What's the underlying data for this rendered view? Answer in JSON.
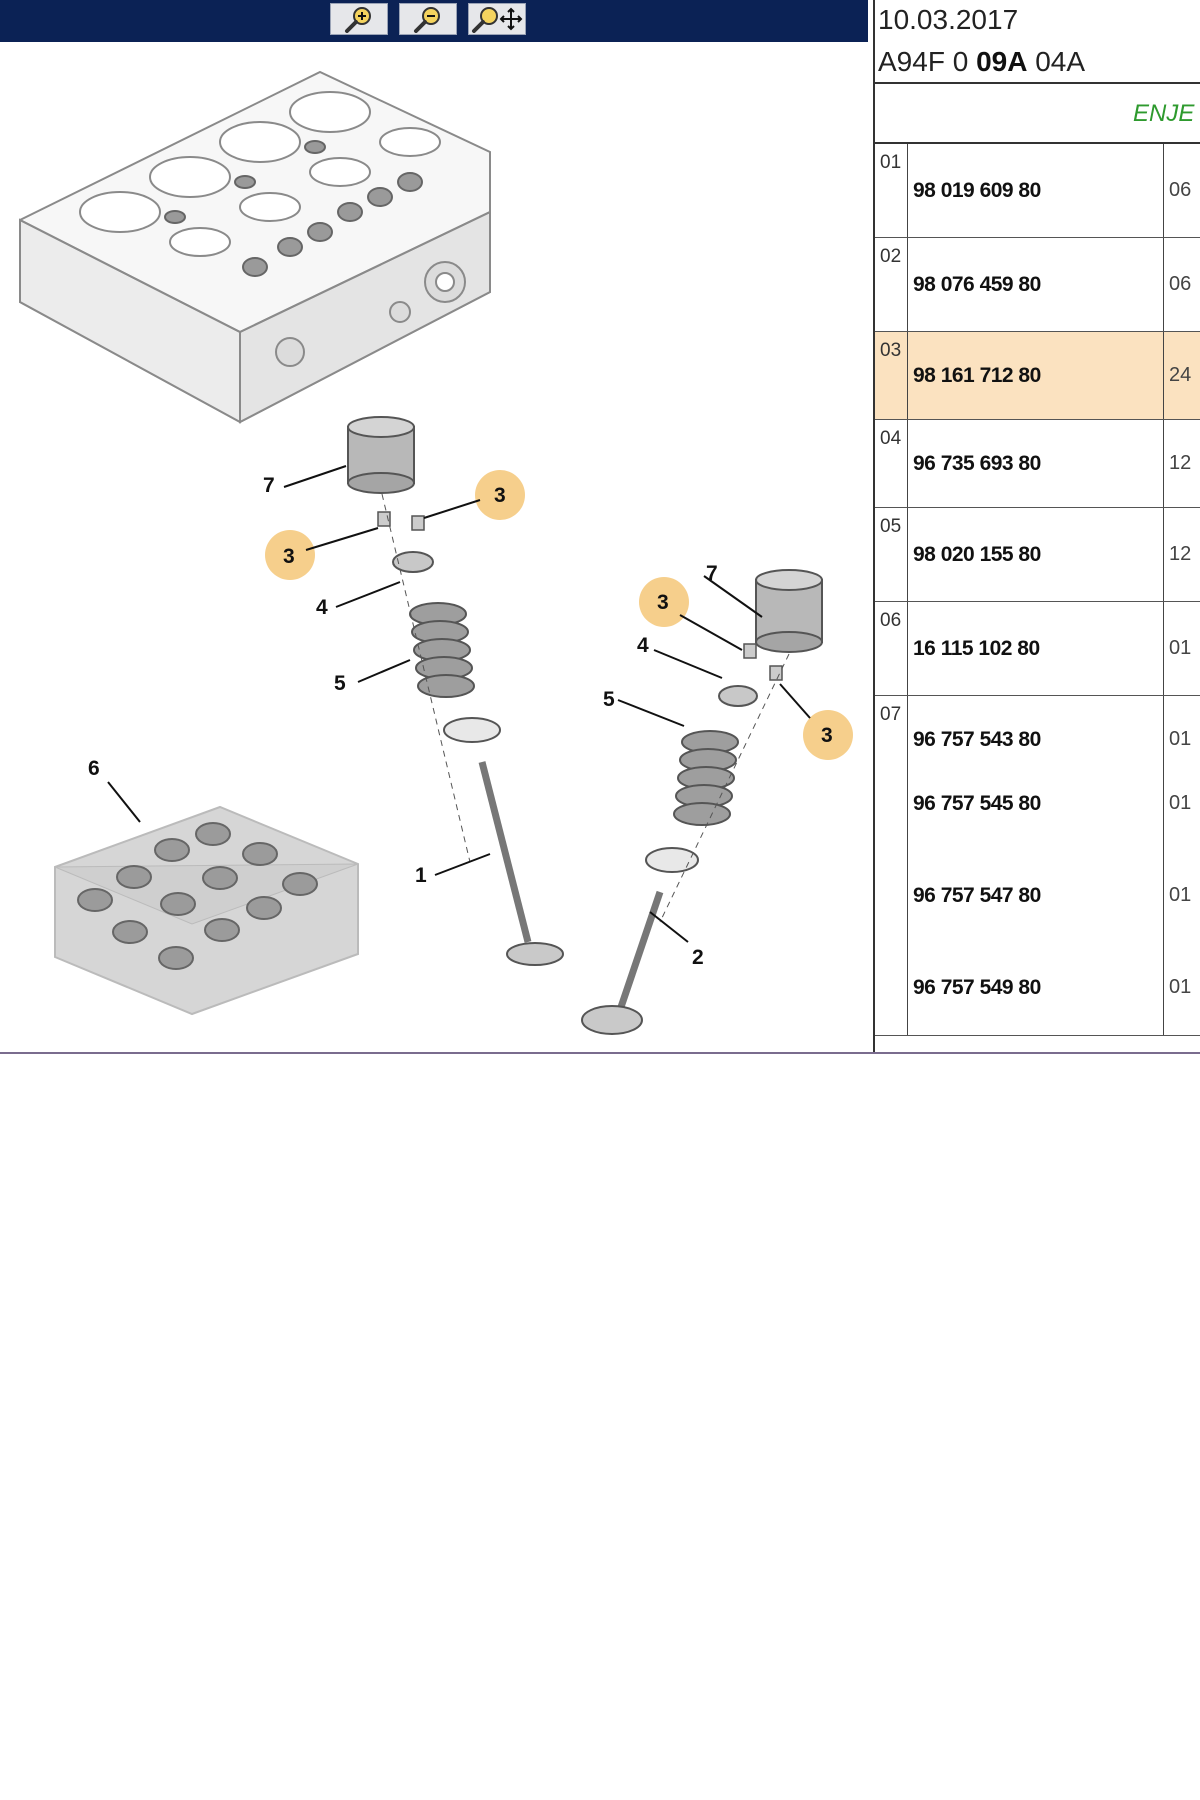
{
  "toolbar": {
    "buttons": [
      {
        "name": "zoom-in-icon"
      },
      {
        "name": "zoom-out-icon"
      },
      {
        "name": "pan-zoom-icon"
      }
    ],
    "background": "#0b2255"
  },
  "header": {
    "date": "10.03.2017",
    "ref_prefix": "A94F 0 ",
    "ref_bold": "09A",
    "ref_suffix": " 04A",
    "subtitle": "ENJE"
  },
  "callouts": {
    "c1": "1",
    "c2": "2",
    "c3a": "3",
    "c3b": "3",
    "c3c": "3",
    "c3d": "3",
    "c4a": "4",
    "c4b": "4",
    "c5a": "5",
    "c5b": "5",
    "c6": "6",
    "c7a": "7",
    "c7b": "7"
  },
  "parts": [
    {
      "num": "01",
      "refs": [
        {
          "ref": "98 019 609 80",
          "qty": "06"
        }
      ],
      "highlight": false
    },
    {
      "num": "02",
      "refs": [
        {
          "ref": "98 076 459 80",
          "qty": "06"
        }
      ],
      "highlight": false
    },
    {
      "num": "03",
      "refs": [
        {
          "ref": "98 161 712 80",
          "qty": "24"
        }
      ],
      "highlight": true
    },
    {
      "num": "04",
      "refs": [
        {
          "ref": "96 735 693 80",
          "qty": "12"
        }
      ],
      "highlight": false
    },
    {
      "num": "05",
      "refs": [
        {
          "ref": "98 020 155 80",
          "qty": "12"
        }
      ],
      "highlight": false
    },
    {
      "num": "06",
      "refs": [
        {
          "ref": "16 115 102 80",
          "qty": "01"
        }
      ],
      "highlight": false
    },
    {
      "num": "07",
      "refs": [
        {
          "ref": "96 757 543 80",
          "qty": "01"
        },
        {
          "ref": "96 757 545 80",
          "qty": "01"
        },
        {
          "ref": "96 757 547 80",
          "qty": "01"
        },
        {
          "ref": "96 757 549 80",
          "qty": "01"
        }
      ],
      "highlight": false
    }
  ],
  "colors": {
    "highlight_row": "#fbe2c0",
    "callout_circle": "#f6cf8c",
    "enje_text": "#2e9a2e"
  }
}
